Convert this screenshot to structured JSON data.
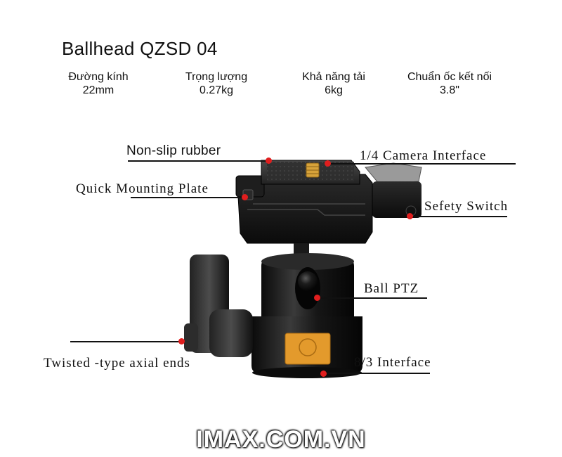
{
  "title": "Ballhead QZSD 04",
  "specs": [
    {
      "label": "Đường kính",
      "value": "22mm"
    },
    {
      "label": "Trọng lượng",
      "value": "0.27kg"
    },
    {
      "label": "Khả năng tải",
      "value": "6kg"
    },
    {
      "label": "Chuẩn ốc kết nối",
      "value": "3.8\""
    }
  ],
  "callouts": {
    "non_slip_rubber": "Non-slip rubber",
    "camera_interface": "1/4 Camera Interface",
    "quick_mounting_plate": "Quick Mounting Plate",
    "safety_switch": "Sefety Switch",
    "ball_ptz": "Ball PTZ",
    "twisted_axial_ends": "Twisted -type axial ends",
    "interface_8_3": "8/3 Interface"
  },
  "watermark": "IMAX.COM.VN",
  "colors": {
    "marker_dot": "#e01e1e",
    "body_black": "#141414",
    "label_orange": "#e39a2c",
    "screw_gold": "#d6a23a"
  }
}
